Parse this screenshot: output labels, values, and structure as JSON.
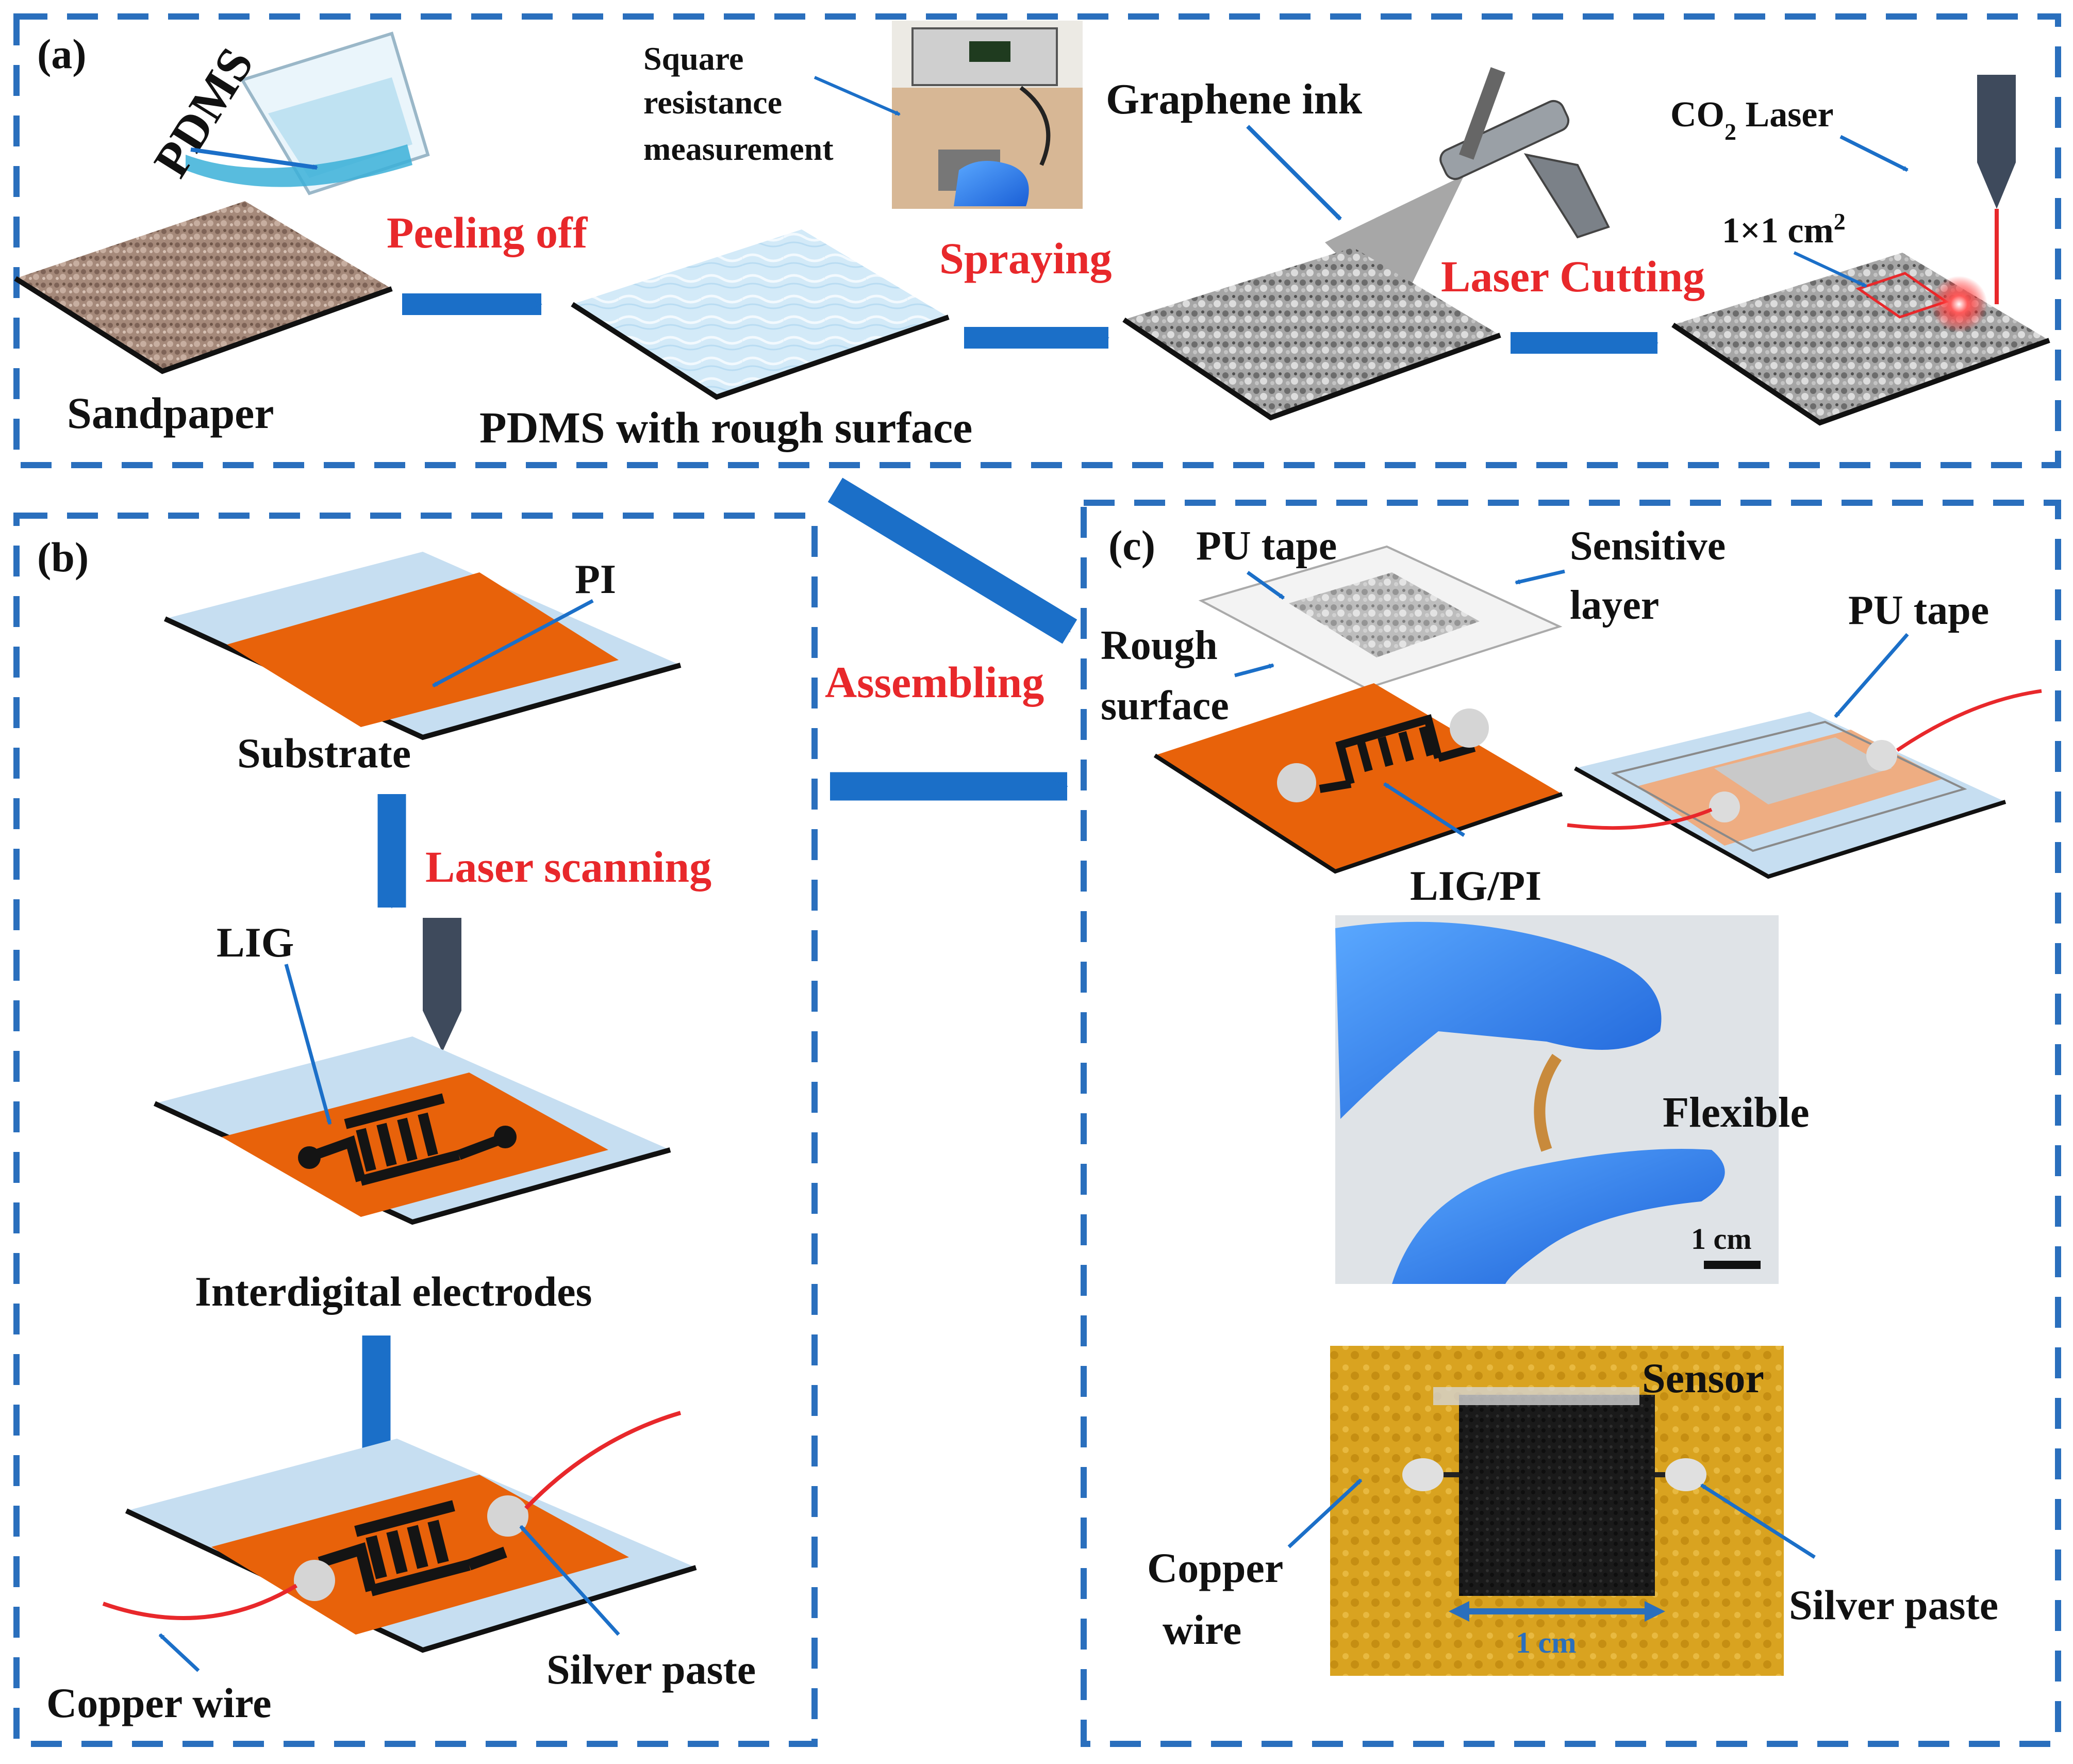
{
  "panels": {
    "a": {
      "tag": "(a)",
      "pdms": "PDMS",
      "square_1": "Square",
      "square_2": "resistance",
      "square_3": "measurement",
      "graphene_ink": "Graphene ink",
      "co2_a": "CO",
      "co2_sub": "2",
      "co2_b": " Laser",
      "area_a": "1×1 cm",
      "area_sup": "2",
      "peeling_off": "Peeling off",
      "spraying": "Spraying",
      "laser_cutting": "Laser Cutting",
      "sandpaper": "Sandpaper",
      "pdms_rough": "PDMS with rough surface"
    },
    "b": {
      "tag": "(b)",
      "pi": "PI",
      "substrate": "Substrate",
      "laser_scanning": "Laser scanning",
      "lig": "LIG",
      "interdigital": "Interdigital electrodes",
      "copper_wire": "Copper wire",
      "silver_paste": "Silver paste"
    },
    "c": {
      "tag": "(c)",
      "pu_tape_top": "PU tape",
      "sensitive_1": "Sensitive",
      "sensitive_2": "layer",
      "rough_1": "Rough",
      "rough_2": "surface",
      "pu_tape_right": "PU tape",
      "lig_pi": "LIG/PI",
      "flexible": "Flexible",
      "scale_1": "1 cm",
      "sensor": "Sensor",
      "copper_1": "Copper",
      "copper_2": "wire",
      "silver_paste": "Silver paste",
      "scale_2": "1 cm"
    }
  },
  "connectors": {
    "assembling": "Assembling"
  },
  "colors": {
    "dash_border": "#2a6fbd",
    "arrow": "#1b6fc8",
    "callout_red": "#e8282b",
    "pi_orange": "#e8620a",
    "substrate_blue": "#c6def1",
    "lig_black": "#141414"
  }
}
